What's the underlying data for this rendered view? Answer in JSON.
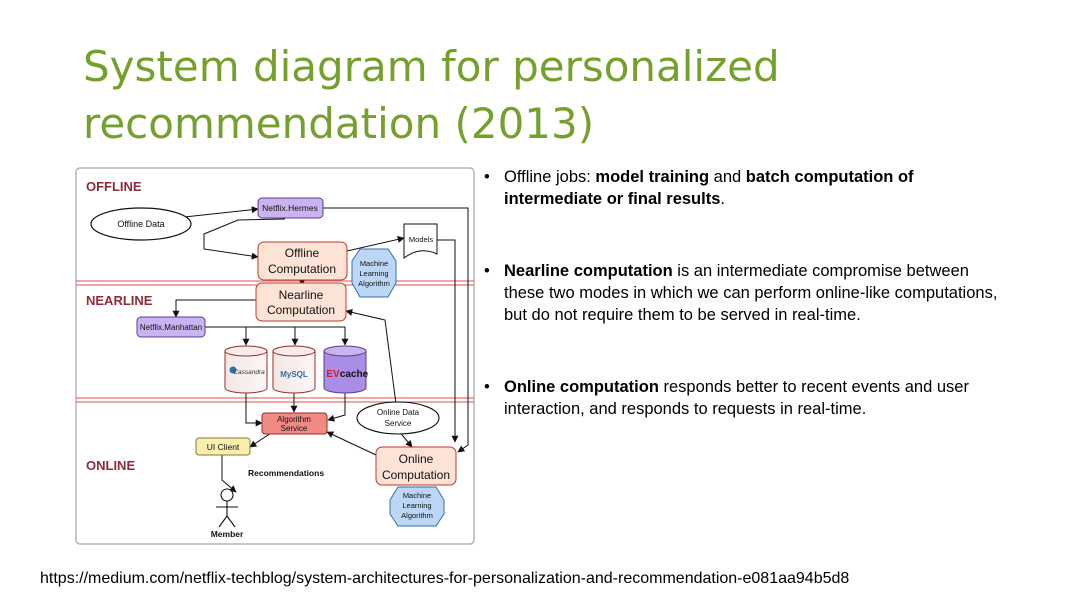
{
  "title": {
    "line1": "System diagram for personalized",
    "line2": "recommendation (2013)"
  },
  "colors": {
    "title": "#76a02e",
    "offline_box": "#fde3d6",
    "box_stroke": "#c0392b",
    "hermes": "#c9b3f0",
    "algorithm_service": "#f08a84",
    "ui_client": "#f7eeb0",
    "ml_hexagon": "#bcd7f5",
    "section_label": "#8e2d3a",
    "divider": "#e57373"
  },
  "diagram": {
    "sections": {
      "offline": "OFFLINE",
      "nearline": "NEARLINE",
      "online": "ONLINE"
    },
    "nodes": {
      "offline_data": "Offline Data",
      "netflix_hermes": "Netflix.Hermes",
      "models": "Models",
      "offline_computation": [
        "Offline",
        "Computation"
      ],
      "ml_algorithm": [
        "Machine",
        "Learning",
        "Algorithm"
      ],
      "nearline_computation": [
        "Nearline",
        "Computation"
      ],
      "netflix_manhattan": "Netflix.Manhattan",
      "cassandra": "Cassandra",
      "mysql": "MySQL",
      "evcache": [
        "EV",
        "cache"
      ],
      "algorithm_service": [
        "Algorithm",
        "Service"
      ],
      "online_data_service": [
        "Online Data",
        "Service"
      ],
      "ui_client": "UI Client",
      "recommendations": "Recommendations",
      "online_computation": [
        "Online",
        "Computation"
      ],
      "member": "Member"
    }
  },
  "bullets": [
    {
      "parts": [
        {
          "text": "Offline jobs: ",
          "bold": false
        },
        {
          "text": "model training",
          "bold": true
        },
        {
          "text": " and ",
          "bold": false
        },
        {
          "text": "batch computation of intermediate or final results",
          "bold": true
        },
        {
          "text": ".",
          "bold": false
        }
      ]
    },
    {
      "parts": [
        {
          "text": "Nearline computation",
          "bold": true
        },
        {
          "text": " is an intermediate compromise between these two modes in which we can perform online-like computations, but do not require them to be served in real-time.",
          "bold": false
        }
      ]
    },
    {
      "parts": [
        {
          "text": "Online computation",
          "bold": true
        },
        {
          "text": " responds better to recent events and user interaction, and responds to requests in real-time.",
          "bold": false
        }
      ]
    }
  ],
  "source_url": "https://medium.com/netflix-techblog/system-architectures-for-personalization-and-recommendation-e081aa94b5d8"
}
